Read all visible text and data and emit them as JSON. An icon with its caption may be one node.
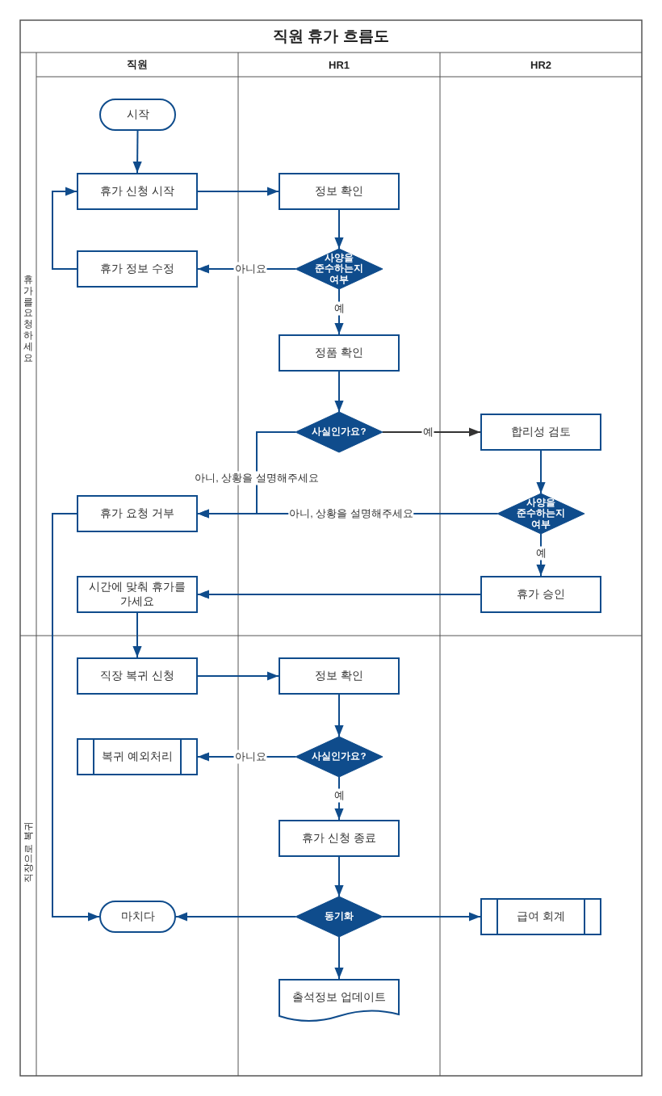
{
  "diagram": {
    "title": "직원 휴가 흐름도",
    "nodes": [
      {
        "text": [
          "시작"
        ]
      },
      {
        "text": [
          "휴가 신청 시작"
        ]
      },
      {
        "text": [
          "정보 확인"
        ]
      },
      {
        "text": [
          "휴가 정보 수정"
        ]
      },
      {
        "text": [
          "사양을 준수하는지 여부"
        ]
      },
      {
        "text": [
          "정품 확인"
        ]
      },
      {
        "text": [
          "사실인가요?"
        ]
      },
      {
        "text": [
          "합리성 검토"
        ]
      },
      {
        "text": [
          "휴가 요청 거부"
        ]
      },
      {
        "text": [
          "사양을 준수하는지 여부"
        ]
      },
      {
        "text": [
          "시간에 맞춰 휴가를 가세요"
        ]
      },
      {
        "text": [
          "휴가 승인"
        ]
      },
      {
        "text": [
          "직장 복귀 신청"
        ]
      },
      {
        "text": [
          "정보 확인"
        ]
      },
      {
        "text": [
          "복귀 예외처리"
        ]
      },
      {
        "text": [
          "사실인가요?"
        ]
      },
      {
        "text": [
          "휴가 신청 종료"
        ]
      },
      {
        "text": [
          "마치다"
        ]
      },
      {
        "text": [
          "동기화"
        ]
      },
      {
        "text": [
          "급여 회계"
        ]
      },
      {
        "text": [
          "출석정보 업데이트"
        ]
      }
    ],
    "edges": [
      {
        "from": 0,
        "to": 1,
        "arrow": "to"
      },
      {
        "from": 1,
        "to": 2,
        "arrow": "to"
      },
      {
        "from": 2,
        "to": 4,
        "arrow": "to"
      },
      {
        "from": 4,
        "to": 3,
        "arrow": "to",
        "label": "아니요"
      },
      {
        "from": 3,
        "to": 1,
        "arrow": "to"
      },
      {
        "from": 4,
        "to": 5,
        "arrow": "to",
        "label": "예"
      },
      {
        "from": 5,
        "to": 6,
        "arrow": "to"
      },
      {
        "from": 6,
        "to": 7,
        "arrow": "to",
        "label": "예",
        "color": "#333333"
      },
      {
        "from": 6,
        "to": 8,
        "arrow": "to",
        "label": "아니, 상황을 설명해주세요"
      },
      {
        "from": 7,
        "to": 9,
        "arrow": "to"
      },
      {
        "from": 9,
        "to": 8,
        "arrow": "to",
        "label": "아니, 상황을 설명해주세요"
      },
      {
        "from": 9,
        "to": 11,
        "arrow": "to",
        "label": "예"
      },
      {
        "from": 11,
        "to": 10,
        "arrow": "to"
      },
      {
        "from": 10,
        "to": 12,
        "arrow": "to"
      },
      {
        "from": 12,
        "to": 13,
        "arrow": "to"
      },
      {
        "from": 13,
        "to": 15,
        "arrow": "to"
      },
      {
        "from": 15,
        "to": 14,
        "arrow": "to",
        "label": "아니요"
      },
      {
        "from": 15,
        "to": 16,
        "arrow": "to",
        "label": "예"
      },
      {
        "from": 16,
        "to": 18,
        "arrow": "to"
      },
      {
        "from": 18,
        "to": 17,
        "arrow": "to"
      },
      {
        "from": 18,
        "to": 19,
        "arrow": "to"
      },
      {
        "from": 18,
        "to": 20,
        "arrow": "to"
      },
      {
        "from": 8,
        "to": 17,
        "arrow": "to"
      }
    ],
    "labels": [
      "직원",
      "HR1",
      "HR2",
      "휴가를 요청하세요",
      "직장으로 복귀"
    ]
  }
}
